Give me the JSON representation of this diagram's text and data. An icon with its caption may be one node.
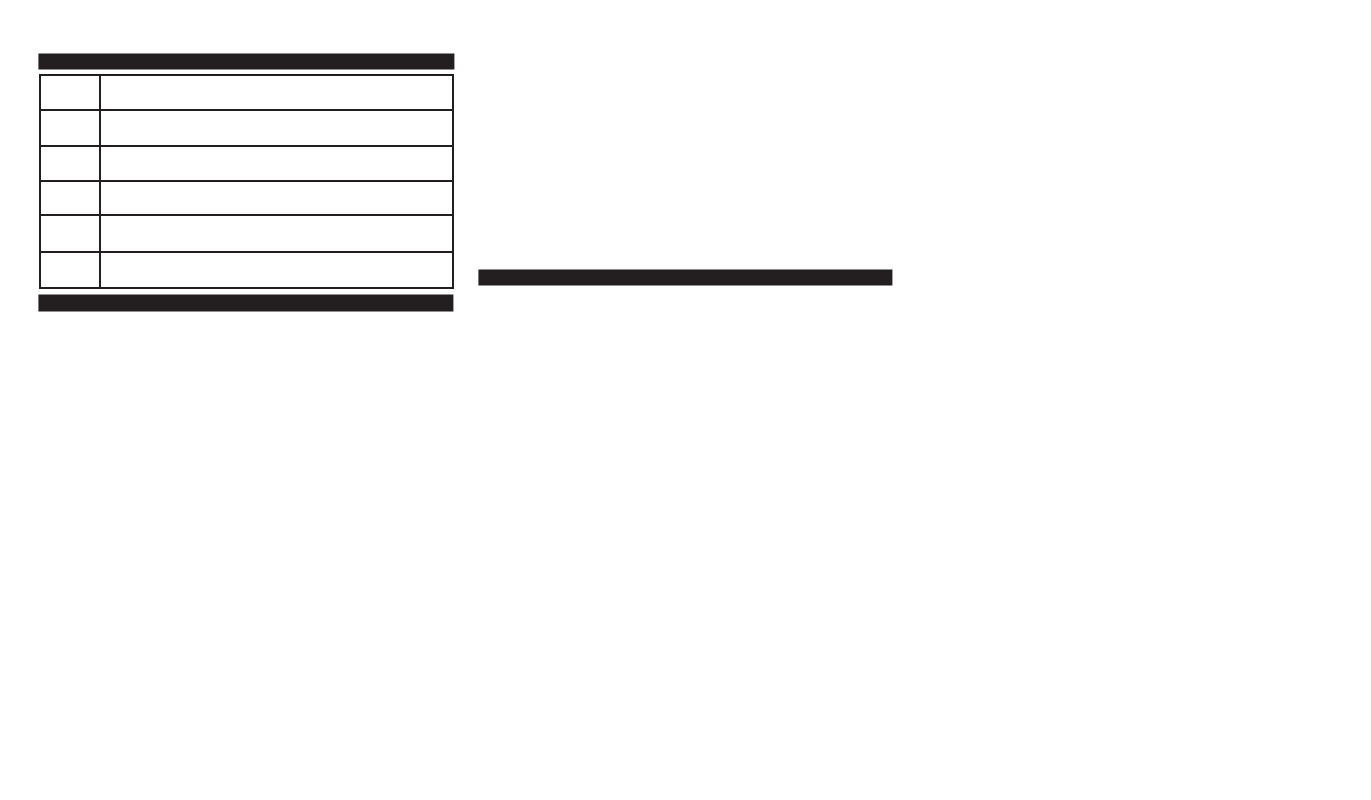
{
  "diagram": {
    "nodes": [
      {
        "text": [],
        "shape": "bar"
      },
      {
        "text": [],
        "shape": "box"
      },
      {
        "text": [],
        "shape": "box"
      },
      {
        "text": [],
        "shape": "box"
      },
      {
        "text": [],
        "shape": "box"
      },
      {
        "text": [],
        "shape": "box"
      },
      {
        "text": [],
        "shape": "box"
      },
      {
        "text": [],
        "shape": "box"
      },
      {
        "text": [],
        "shape": "box"
      },
      {
        "text": [],
        "shape": "box"
      },
      {
        "text": [],
        "shape": "box"
      },
      {
        "text": [],
        "shape": "box"
      },
      {
        "text": [],
        "shape": "box"
      },
      {
        "text": [],
        "shape": "bar"
      },
      {
        "text": [],
        "shape": "bar"
      }
    ]
  }
}
